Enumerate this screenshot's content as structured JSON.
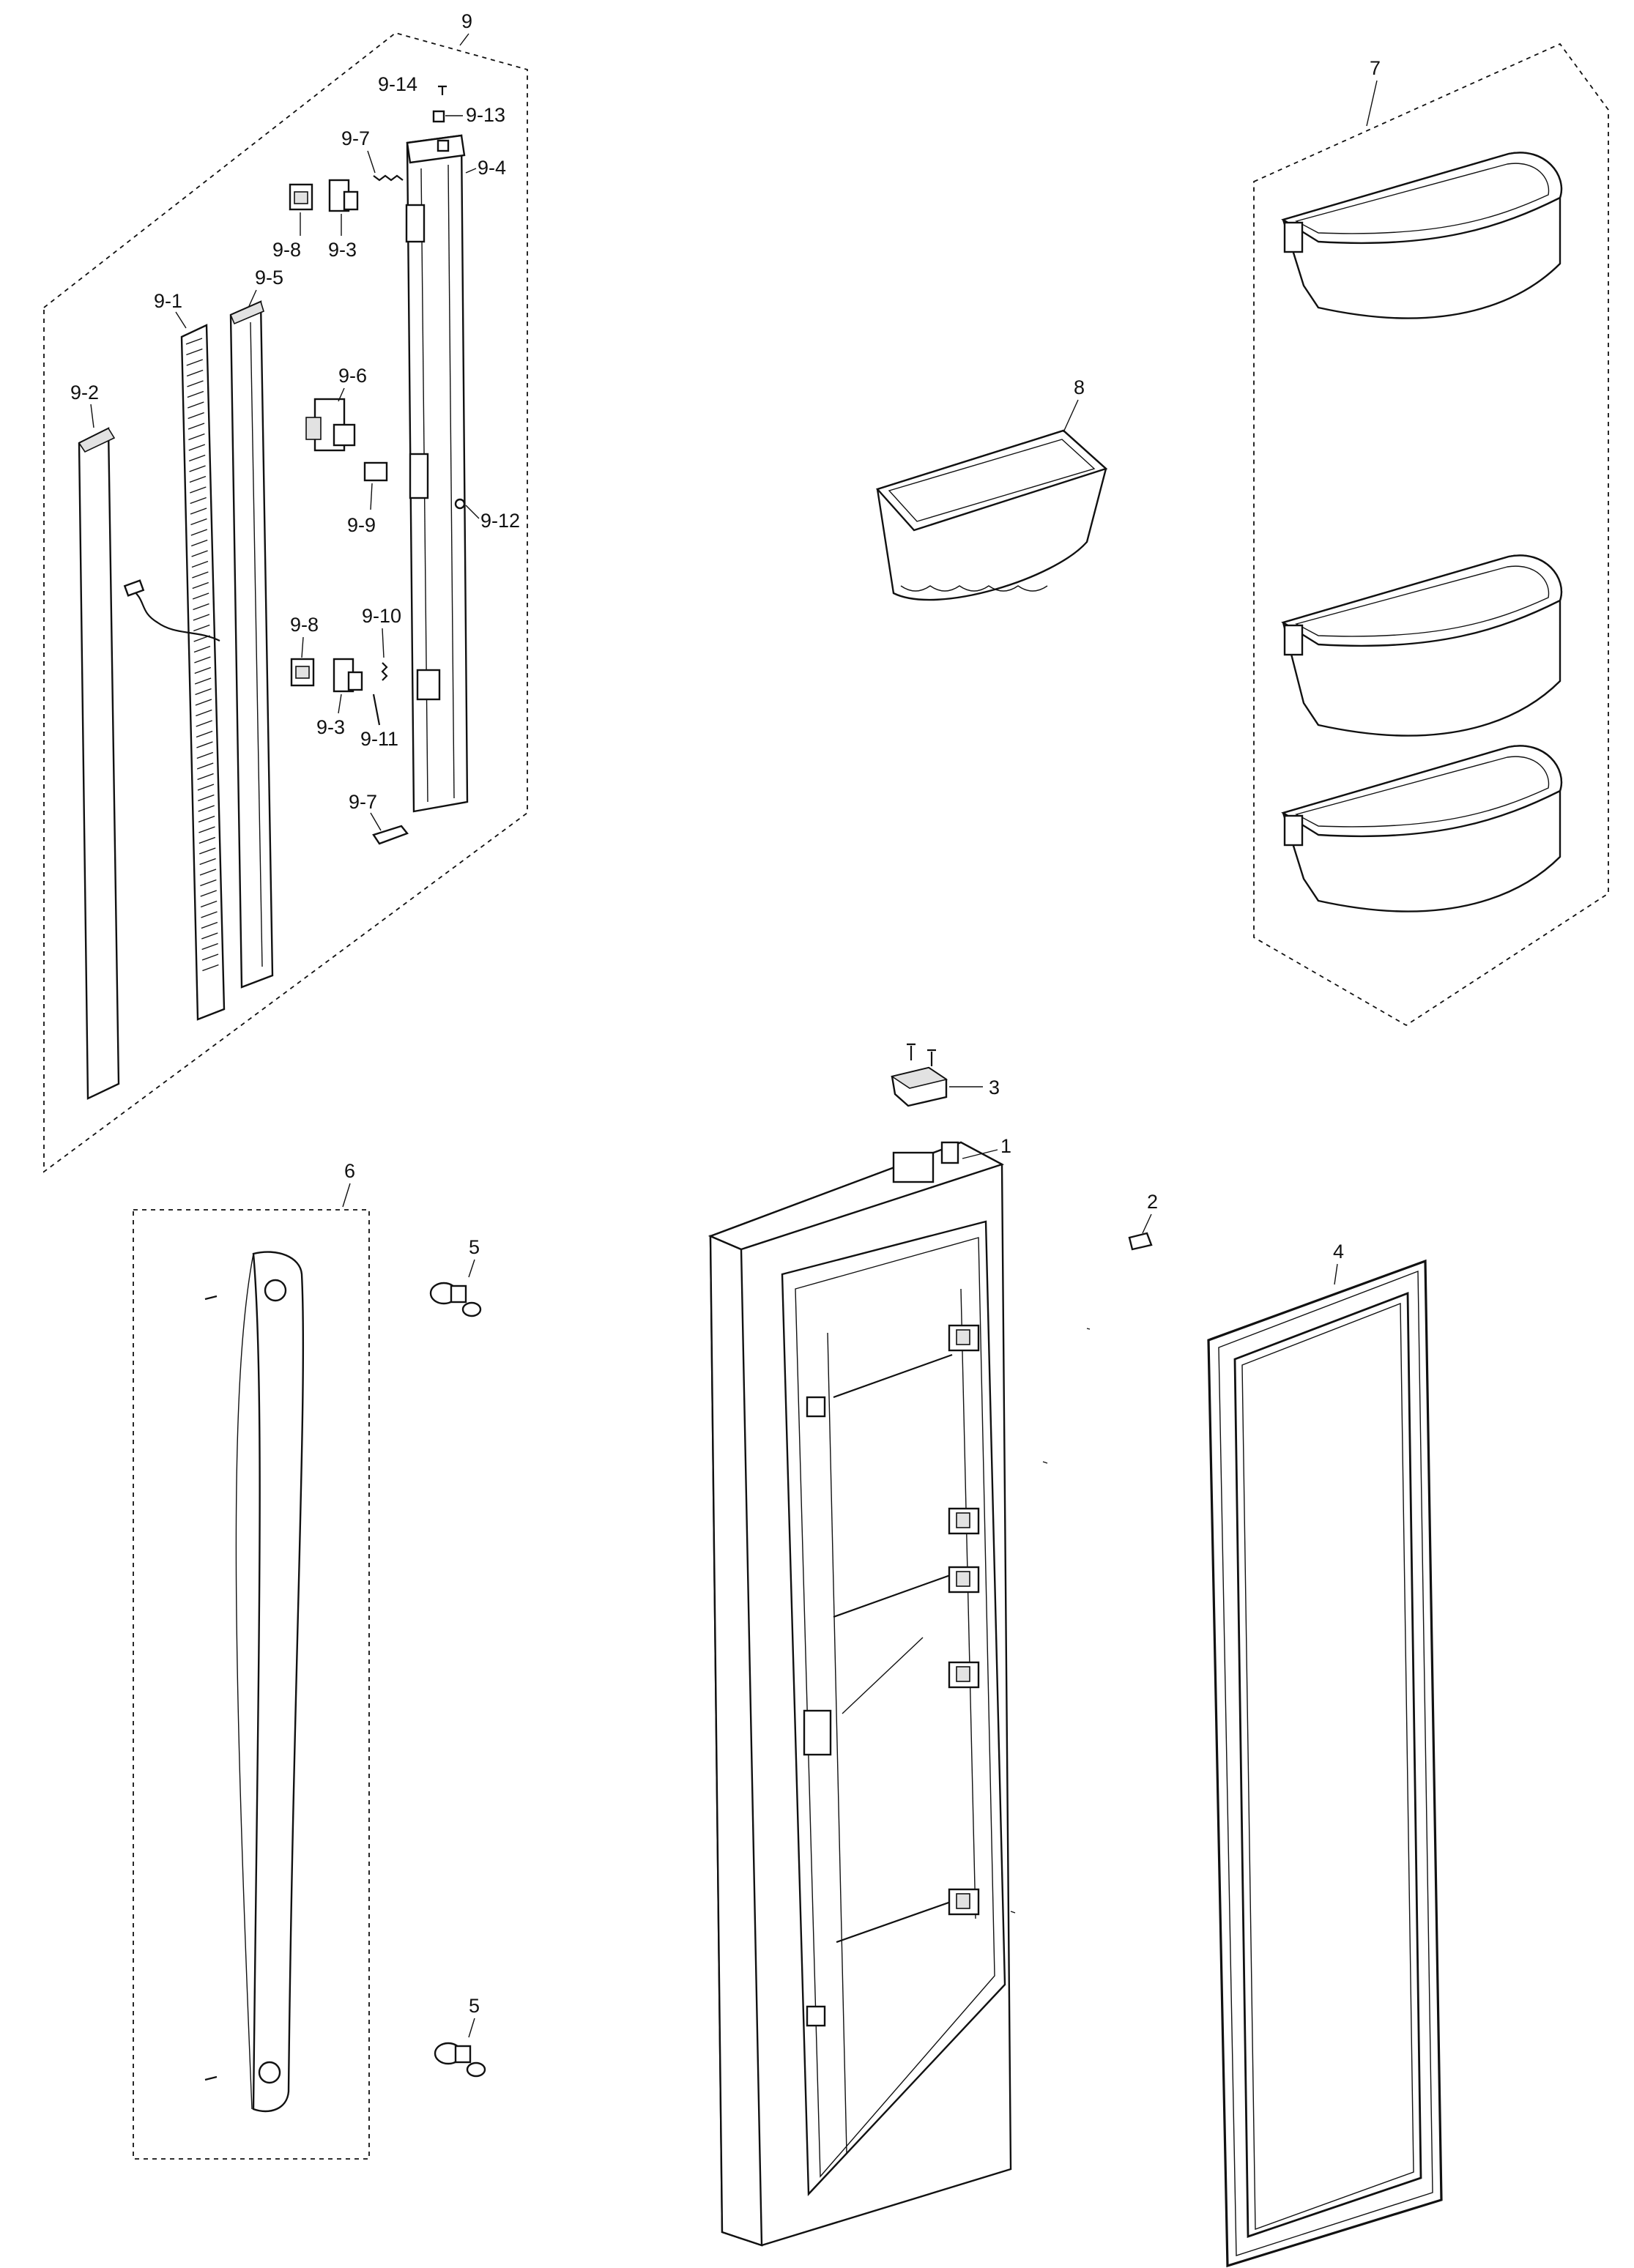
{
  "labels": {
    "l9": "9",
    "l9_14": "9-14",
    "l9_13": "9-13",
    "l9_7a": "9-7",
    "l9_4": "9-4",
    "l9_8a": "9-8",
    "l9_3a": "9-3",
    "l9_1": "9-1",
    "l9_5": "9-5",
    "l9_2": "9-2",
    "l9_6": "9-6",
    "l9_9": "9-9",
    "l9_12": "9-12",
    "l9_8b": "9-8",
    "l9_10": "9-10",
    "l9_3b": "9-3",
    "l9_11": "9-11",
    "l9_7b": "9-7",
    "l8": "8",
    "l7": "7",
    "l3": "3",
    "l1": "1",
    "l2": "2",
    "l4": "4",
    "l6": "6",
    "l5a": "5",
    "l5b": "5"
  }
}
